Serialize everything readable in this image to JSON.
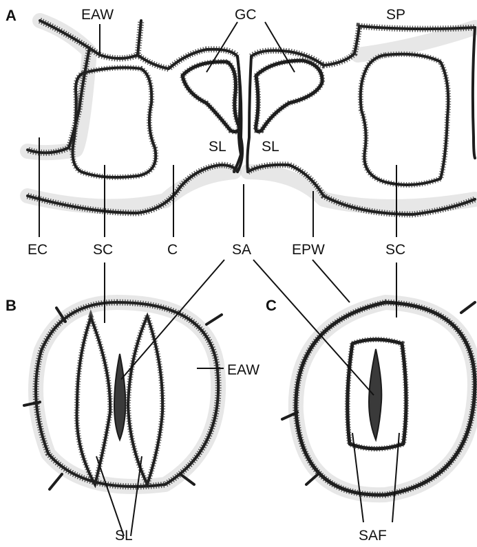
{
  "panels": {
    "a": "A",
    "b": "B",
    "c": "C"
  },
  "labels": {
    "eaw_top": "EAW",
    "gc": "GC",
    "sp": "SP",
    "sl_left": "SL",
    "sl_right": "SL",
    "ec": "EC",
    "sc_left": "SC",
    "c": "C",
    "sa": "SA",
    "epw": "EPW",
    "sc_right": "SC",
    "eaw_b": "EAW",
    "sl_bottom": "SL",
    "saf": "SAF"
  }
}
